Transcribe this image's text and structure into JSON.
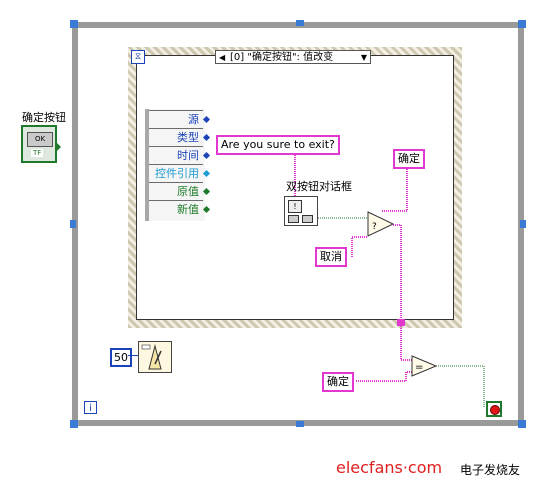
{
  "selector": {
    "label": "[0] \"确定按钮\": 值改变"
  },
  "control": {
    "label": "确定按钮",
    "button_text": "OK",
    "tf_text": "TF"
  },
  "event_data": {
    "items": [
      {
        "label": "源",
        "color": "#1c44b8",
        "term": "#1c44b8"
      },
      {
        "label": "类型",
        "color": "#1c44b8",
        "term": "#1c44b8"
      },
      {
        "label": "时间",
        "color": "#1c44b8",
        "term": "#1c44b8"
      },
      {
        "label": "控件引用",
        "color": "#1c9bd0",
        "term": "#1c9bd0"
      },
      {
        "label": "原值",
        "color": "#1e7a2a",
        "term": "#1e7a2a"
      },
      {
        "label": "新值",
        "color": "#1e7a2a",
        "term": "#1e7a2a"
      }
    ]
  },
  "strings": {
    "message": "Are you sure to exit?",
    "ok_top": "确定",
    "cancel": "取消",
    "ok_bottom": "确定"
  },
  "dialog": {
    "label": "双按钮对话框"
  },
  "wait": {
    "value": "50"
  },
  "loop": {
    "iteration": "i"
  },
  "brand": {
    "en": "elecfans·com",
    "cn": "电子发烧友"
  },
  "colors": {
    "string_wire": "#e238cf",
    "bool_wire": "#1e7a2a",
    "numeric": "#1c44b8",
    "loop_border": "#9a9a9a"
  }
}
